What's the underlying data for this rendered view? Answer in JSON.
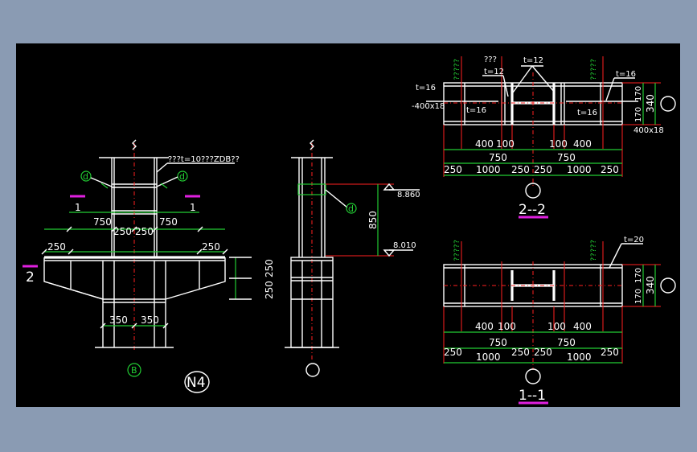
{
  "drawing": {
    "view_mark": "N4",
    "axis_label": "B",
    "weld_note": "???t=10???ZDB??",
    "weld_symbol": "d",
    "elev": {
      "top": "8.860",
      "bottom": "8.010",
      "height": "850"
    },
    "section_left": "2",
    "cut": "1",
    "left_dims": {
      "upper": [
        "750",
        "250",
        "250",
        "750"
      ],
      "lower_sides": [
        "250",
        "250"
      ],
      "vertical": [
        "250",
        "250"
      ],
      "base": [
        "350",
        "350"
      ]
    },
    "section_2": {
      "title": "2--2",
      "notes": [
        "???",
        "t=12",
        "t=12",
        "t=16",
        "-400x18",
        "t=16",
        "t=16",
        "t=16",
        "400x18"
      ],
      "dim_right": [
        "340",
        "170",
        "170"
      ],
      "dim_row1": [
        "400",
        "100",
        "100",
        "400"
      ],
      "dim_row2": [
        "750",
        "750"
      ],
      "dim_row3": [
        "250",
        "1000",
        "250",
        "250",
        "1000",
        "250"
      ],
      "green_notes": [
        "?????",
        "?????"
      ]
    },
    "section_1": {
      "title": "1--1",
      "notes": [
        "t=20"
      ],
      "dim_right": [
        "340",
        "170",
        "170"
      ],
      "dim_row1": [
        "400",
        "100",
        "100",
        "400"
      ],
      "dim_row2": [
        "750",
        "750"
      ],
      "dim_row3": [
        "250",
        "1000",
        "250",
        "250",
        "1000",
        "250"
      ],
      "green_notes": [
        "?????",
        "?????"
      ]
    }
  }
}
